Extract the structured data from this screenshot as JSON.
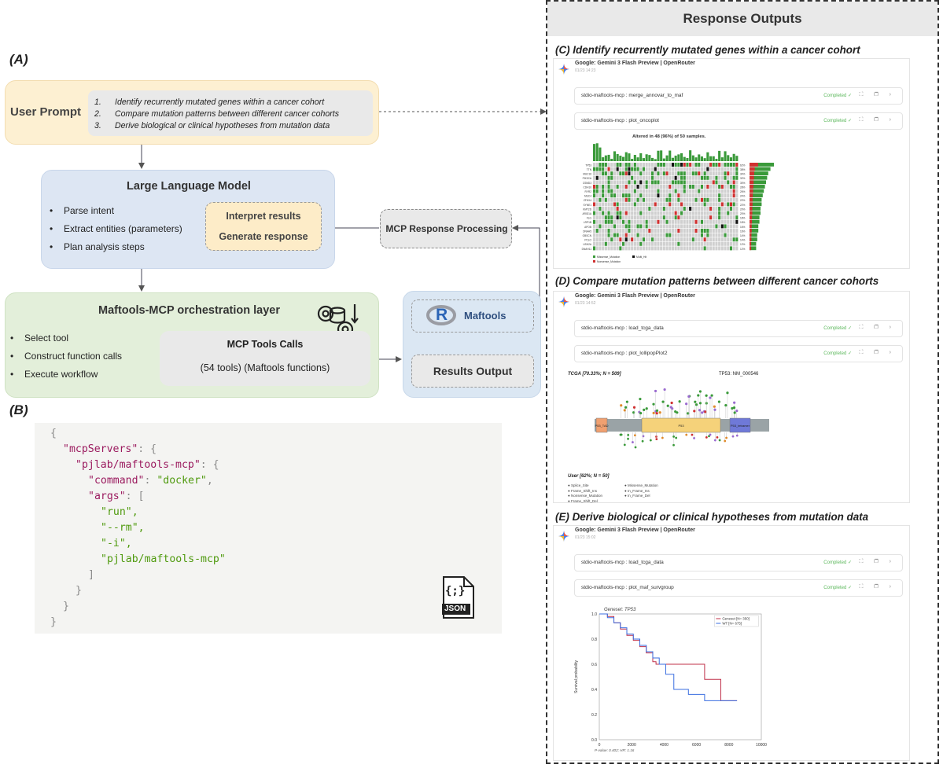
{
  "panels": {
    "a": "(A)",
    "b": "(B)"
  },
  "user_prompt": {
    "label": "User Prompt",
    "items": [
      {
        "num": "1.",
        "text": "Identify recurrently mutated genes within a cancer cohort"
      },
      {
        "num": "2.",
        "text": "Compare mutation patterns between different cancer cohorts"
      },
      {
        "num": "3.",
        "text": "Derive biological or clinical hypotheses from mutation data"
      }
    ]
  },
  "llm": {
    "title": "Large Language Model",
    "bullets": [
      "Parse intent",
      "Extract entities (parameters)",
      "Plan analysis steps"
    ],
    "interpret": "Interpret results",
    "generate": "Generate response"
  },
  "mcp_processing": "MCP Response Processing",
  "orchestration": {
    "title": "Maftools-MCP orchestration layer",
    "bullets": [
      "Select tool",
      "Construct function calls",
      "Execute workflow"
    ],
    "tools_title": "MCP Tools Calls",
    "tools_sub": "(54 tools) (Maftools functions)"
  },
  "maftools": {
    "logo": "R",
    "name": "Maftools",
    "results": "Results Output"
  },
  "json_config": {
    "open": "{",
    "mcpServers_key": "\"mcpServers\"",
    "server_key": "\"pjlab/maftools-mcp\"",
    "command_key": "\"command\"",
    "command_val": "\"docker\"",
    "args_key": "\"args\"",
    "args": [
      "\"run\",",
      "\"--rm\",",
      "\"-i\",",
      "\"pjlab/maftools-mcp\""
    ],
    "close_args": "]",
    "close_server": "}",
    "close_servers": "}",
    "close": "}",
    "icon_glyph": "{;}",
    "icon_label": "JSON"
  },
  "responses": {
    "title": "Response Outputs",
    "c": {
      "title": "(C) Identify recurrently mutated genes within a cancer cohort",
      "model": "Google: Gemini 3 Flash Preview | OpenRouter",
      "time": "01/23 14:23",
      "calls": [
        "stdio-maftools-mcp : merge_annovar_to_maf",
        "stdio-maftools-mcp : plot_oncoplot"
      ],
      "status": "Completed ✓",
      "plot_caption": "Altered in 48 (96%) of 50 samples.",
      "genes": [
        "TP53",
        "TTN",
        "MUC16",
        "PIK3CA",
        "CSMD3",
        "CDH10",
        "RYR2",
        "MUC4",
        "ZFHX4",
        "SYNE1",
        "KMT2D",
        "ARID1A",
        "FLG",
        "LRP1B",
        "APOB",
        "DNAH5",
        "OBSCN",
        "PCLO",
        "USH2A",
        "DNAH11"
      ],
      "percents": [
        "62%",
        "38%",
        "34%",
        "32%",
        "30%",
        "28%",
        "26%",
        "24%",
        "22%",
        "22%",
        "20%",
        "20%",
        "18%",
        "18%",
        "16%",
        "16%",
        "14%",
        "14%",
        "12%",
        "12%"
      ],
      "legend": [
        "Missense_Mutation",
        "Multi_Hit",
        "Nonsense_Mutation"
      ]
    },
    "d": {
      "title": "(D) Compare mutation patterns between different cancer cohorts",
      "model": "Google: Gemini 3 Flash Preview | OpenRouter",
      "time": "01/23 14:52",
      "calls": [
        "stdio-maftools-mcp : load_tcga_data",
        "stdio-maftools-mcp : plot_lollipopPlot2"
      ],
      "status": "Completed ✓",
      "top_label": "TCGA [70.33%; N = 509]",
      "transcript": "TP53: NM_000546",
      "bottom_label": "User [62%; N = 50]",
      "domains": [
        "P53_TAD",
        "P53",
        "P53_tetramer"
      ],
      "legend": [
        "Splice_Site",
        "Missense_Mutation",
        "Frame_Shift_Ins",
        "In_Frame_Ins",
        "Nonsense_Mutation",
        "In_Frame_Del",
        "Frame_Shift_Del"
      ]
    },
    "e": {
      "title": "(E) Derive biological or clinical hypotheses from mutation data",
      "model": "Google: Gemini 3 Flash Preview | OpenRouter",
      "time": "01/23 15:02",
      "calls": [
        "stdio-maftools-mcp : load_tcga_data",
        "stdio-maftools-mcp : plot_maf_survgroup"
      ],
      "status": "Completed ✓",
      "geneset": "Geneset: TP53",
      "legend": [
        "Geneset [N= 350]",
        "WT [N= 675]"
      ],
      "ylabel": "Survival probability",
      "stats": "P-value: 0.402; HR: 1.16",
      "yticks": [
        "1.0",
        "0.8",
        "0.6",
        "0.4",
        "0.2",
        "0.0"
      ],
      "xticks": [
        "0",
        "2000",
        "4000",
        "6000",
        "8000",
        "10000"
      ]
    }
  },
  "colors": {
    "prompt_bg": "#fdf0d2",
    "llm_bg": "#dde6f3",
    "orch_bg": "#e3efda",
    "maftools_bg": "#dbe7f3",
    "inner_gray": "#e9e9e9",
    "interpret_bg": "#fdecc8",
    "missense": "#3a9a3a",
    "nonsense": "#d03030",
    "multi": "#111111"
  }
}
